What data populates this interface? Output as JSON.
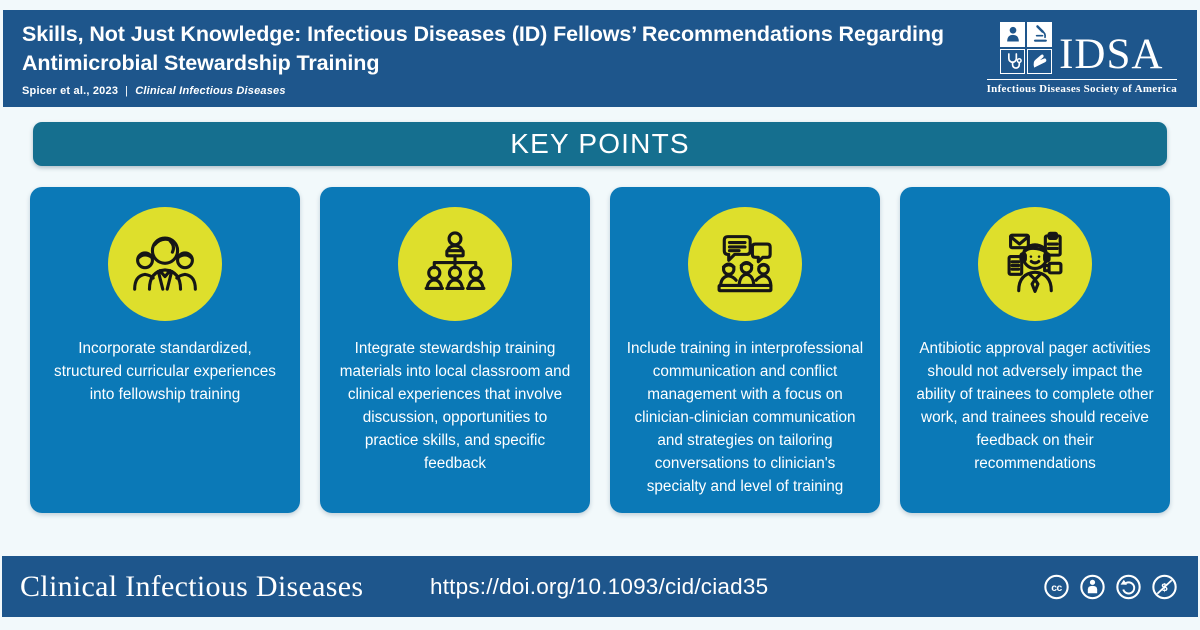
{
  "colors": {
    "navy_header_footer": "#1E568C",
    "card_blue": "#0B79B7",
    "banner_teal": "#156F8F",
    "icon_circle_yellow": "#DEDF2C",
    "page_background": "#F2F9FB",
    "text_white": "#FFFFFF",
    "icon_line_black": "#161616"
  },
  "header": {
    "title_line1": "Skills, Not Just Knowledge: Infectious Diseases (ID) Fellows’ Recommendations Regarding",
    "title_line2": "Antimicrobial Stewardship Training",
    "byline_authors": "Spicer et al., 2023",
    "byline_separator": "|",
    "byline_journal": "Clinical Infectious Diseases",
    "logo": {
      "acronym": "IDSA",
      "tagline": "Infectious Diseases Society of America",
      "grid_icons": [
        "person-icon",
        "microscope-icon",
        "stethoscope-icon",
        "hand-icon"
      ]
    }
  },
  "banner": {
    "label": "KEY POINTS"
  },
  "cards": [
    {
      "icon": "team-icon",
      "text": "Incorporate standardized, structured curricular experiences into fellowship training"
    },
    {
      "icon": "org-hierarchy-icon",
      "text": "Integrate stewardship training materials into local classroom and clinical experiences that involve discussion, opportunities to practice skills, and specific feedback"
    },
    {
      "icon": "meeting-discussion-icon",
      "text": "Include training in interprofessional communication and conflict management with a focus on clinician-clinician communication and strategies on tailoring conversations to clinician's specialty and level of training"
    },
    {
      "icon": "multitasking-person-icon",
      "text": "Antibiotic approval pager activities should not adversely impact the ability of trainees to complete other work, and trainees should receive feedback on their recommendations"
    }
  ],
  "footer": {
    "journal": "Clinical Infectious Diseases",
    "doi": "https://doi.org/10.1093/cid/ciad35",
    "cc_label": "cc",
    "nc_symbol": "$",
    "license_icons": [
      "cc-icon",
      "cc-by-icon",
      "cc-sa-icon",
      "cc-nc-icon"
    ]
  }
}
